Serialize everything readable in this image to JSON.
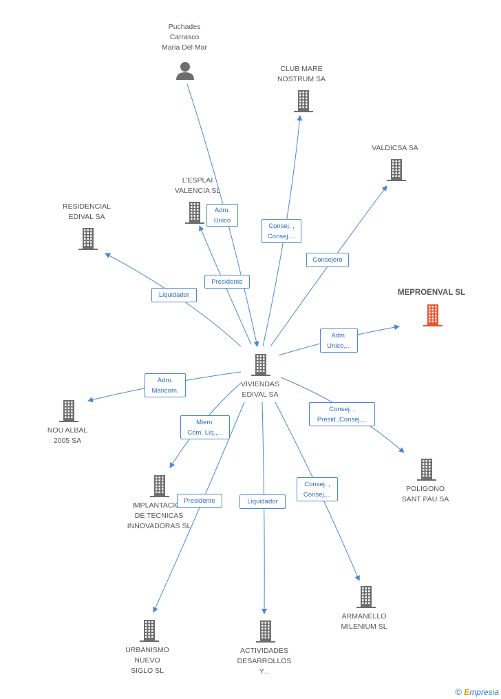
{
  "nodes": {
    "puchades": {
      "label": "Puchades\nCarrasco\nMaria Del Mar",
      "icon": "person-icon"
    },
    "club_mare": {
      "label": "CLUB MARE\nNOSTRUM SA",
      "icon": "building-icon"
    },
    "valdicsa": {
      "label": "VALDICSA SA",
      "icon": "building-icon"
    },
    "esplai": {
      "label": "L'ESPLAI\nVALENCIA SL",
      "icon": "building-icon"
    },
    "residencial": {
      "label": "RESIDENCIAL\nEDIVAL SA",
      "icon": "building-icon"
    },
    "meproenval": {
      "label": "MEPROENVAL SL",
      "icon": "building-icon"
    },
    "viviendas": {
      "label": "VIVIENDAS\nEDIVAL SA",
      "icon": "building-icon"
    },
    "nou_albal": {
      "label": "NOU ALBAL\n2005 SA",
      "icon": "building-icon"
    },
    "poligono": {
      "label": "POLIGONO\nSANT PAU SA",
      "icon": "building-icon"
    },
    "implantacion": {
      "label": "IMPLANTACION\nDE TECNICAS\nINNOVADORAS SL",
      "icon": "building-icon"
    },
    "armanello": {
      "label": "ARMANELLO\nMILENIUM SL",
      "icon": "building-icon"
    },
    "urbanismo": {
      "label": "URBANISMO\nNUEVO\nSIGLO SL",
      "icon": "building-icon"
    },
    "actividades": {
      "label": "ACTIVIDADES\nDESARROLLOS\nY...",
      "icon": "building-icon"
    }
  },
  "edges": {
    "adm_unico_esplai": "Adm.\nUnico",
    "presidente_top": "Presidente",
    "consej_club": "Consej. ,\nConsej....",
    "consejero_valdicsa": "Consejero",
    "liquidador_residencial": "Liquidador",
    "adm_unico_meproenval": "Adm.\nUnico,...",
    "adm_mancom_noualbal": "Adm.\nMancom.",
    "consej_presid_poligono": "Consej. ,\nPresid.,Consej....",
    "miem_implantacion": "Miem.\nCom. Liq.,...",
    "presidente_urbanismo": "Presidente",
    "liquidador_actividades": "Liquidador",
    "consej_armanello": "Consej. ,\nConsej...."
  },
  "colors": {
    "edge": "#4a86d4",
    "icon_gray": "#6e6e6e",
    "icon_focus": "#e8552c"
  },
  "footer": {
    "copyright": "©",
    "brand_e": "E",
    "brand_rest": "mpresia"
  }
}
